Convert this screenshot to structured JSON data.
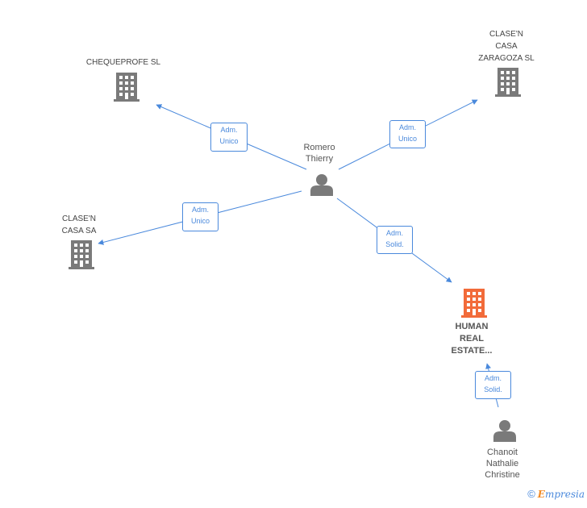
{
  "nodes": {
    "chequeprofe": {
      "label": [
        "CHEQUEPROFE SL"
      ],
      "icon": "building-icon"
    },
    "casa_zaragoza": {
      "label": [
        "CLASE'N",
        "CASA",
        "ZARAGOZA SL"
      ],
      "icon": "building-icon"
    },
    "casa_sa": {
      "label": [
        "CLASE'N",
        "CASA SA"
      ],
      "icon": "building-icon"
    },
    "romero": {
      "label": [
        "Romero",
        "Thierry"
      ],
      "icon": "person-icon"
    },
    "human_real_estate": {
      "label": [
        "HUMAN",
        "REAL",
        "ESTATE..."
      ],
      "icon": "building-icon"
    },
    "chanoit": {
      "label": [
        "Chanoit",
        "Nathalie",
        "Christine"
      ],
      "icon": "person-icon"
    }
  },
  "edges": {
    "romero_chequeprofe": [
      "Adm.",
      "Unico"
    ],
    "romero_casa_zaragoza": [
      "Adm.",
      "Unico"
    ],
    "romero_casa_sa": [
      "Adm.",
      "Unico"
    ],
    "romero_human": [
      "Adm.",
      "Solid."
    ],
    "chanoit_human": [
      "Adm.",
      "Solid."
    ]
  },
  "colors": {
    "edge": "#4a89dc",
    "building": "#7a7a7a",
    "focus_building": "#f26b3a",
    "person": "#7a7a7a"
  },
  "brand": {
    "copyright": "©",
    "e": "E",
    "rest": "mpresia"
  }
}
